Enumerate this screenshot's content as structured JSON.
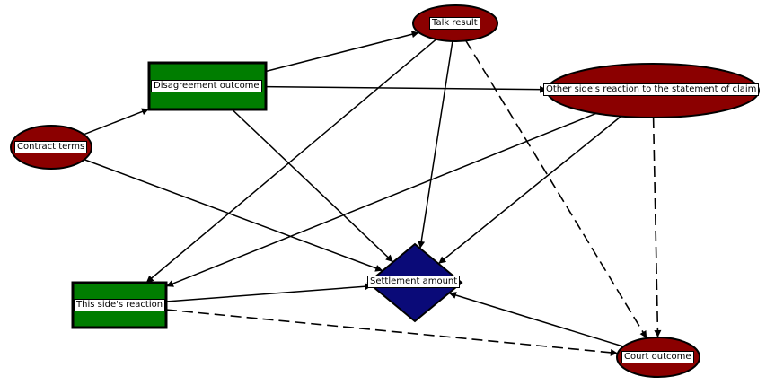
{
  "diagram": {
    "nodes": [
      {
        "id": "talk",
        "label": "Talk result",
        "shape": "ellipse",
        "color": "#8b0000"
      },
      {
        "id": "disagree",
        "label": "Disagreement outcome",
        "shape": "rect",
        "color": "#007d00"
      },
      {
        "id": "other",
        "label": "Other side's reaction to the statement of claim",
        "shape": "ellipse",
        "color": "#8b0000"
      },
      {
        "id": "contract",
        "label": "Contract terms",
        "shape": "ellipse",
        "color": "#8b0000"
      },
      {
        "id": "settle",
        "label": "Settlement amount",
        "shape": "diamond",
        "color": "#0a0a78"
      },
      {
        "id": "thisside",
        "label": "This side's reaction",
        "shape": "rect",
        "color": "#007d00"
      },
      {
        "id": "court",
        "label": "Court outcome",
        "shape": "ellipse",
        "color": "#8b0000"
      }
    ],
    "edges": [
      {
        "from": "contract",
        "to": "disagree",
        "style": "solid"
      },
      {
        "from": "contract",
        "to": "settle",
        "style": "solid"
      },
      {
        "from": "disagree",
        "to": "talk",
        "style": "solid"
      },
      {
        "from": "disagree",
        "to": "other",
        "style": "solid"
      },
      {
        "from": "disagree",
        "to": "settle",
        "style": "solid"
      },
      {
        "from": "talk",
        "to": "thisside",
        "style": "solid"
      },
      {
        "from": "talk",
        "to": "settle",
        "style": "solid"
      },
      {
        "from": "talk",
        "to": "court",
        "style": "dashed"
      },
      {
        "from": "other",
        "to": "thisside",
        "style": "solid"
      },
      {
        "from": "other",
        "to": "settle",
        "style": "solid"
      },
      {
        "from": "other",
        "to": "court",
        "style": "dashed"
      },
      {
        "from": "thisside",
        "to": "settle",
        "style": "solid"
      },
      {
        "from": "thisside",
        "to": "court",
        "style": "dashed"
      },
      {
        "from": "court",
        "to": "settle",
        "style": "solid"
      }
    ]
  }
}
